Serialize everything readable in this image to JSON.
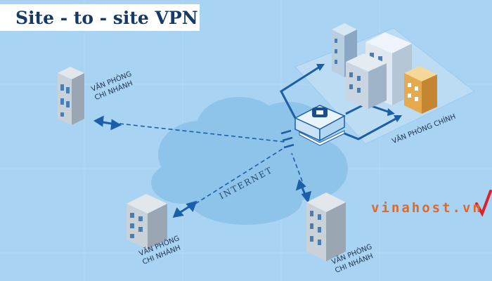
{
  "title": "Site - to - site VPN",
  "cloud_label": "INTERNET",
  "offices": {
    "branch_top_left": "VĂN PHÒNG\nCHI NHÁNH",
    "branch_bottom_left": "VĂN PHÒNG\nCHI NHÁNH",
    "branch_bottom_right": "VĂN PHÒNG\nCHI NHÁNH",
    "main": "VĂN PHÒNG CHÍNH"
  },
  "brand": "vinahost.vn",
  "colors": {
    "background": "#a9d3f2",
    "cloud": "#8fc4ea",
    "accent_blue": "#1a5fa8",
    "title_text": "#143a66",
    "brand_orange": "#e4672a",
    "brand_check": "#d8232a"
  }
}
